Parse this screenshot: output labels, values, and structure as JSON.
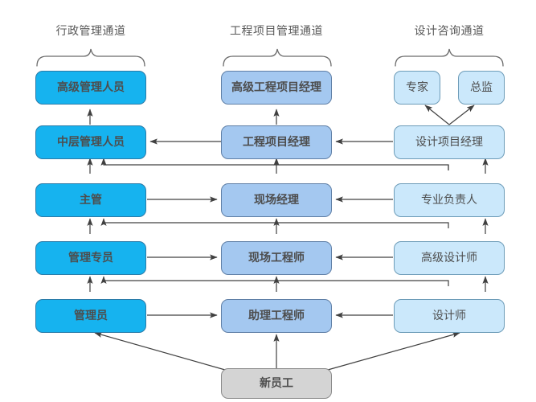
{
  "diagram": {
    "title_bar": null,
    "lanes": [
      {
        "id": "admin",
        "label": "行政管理通道",
        "color": "#16b3ef"
      },
      {
        "id": "eng",
        "label": "工程项目管理通道",
        "color": "#a4c8f0"
      },
      {
        "id": "design",
        "label": "设计咨询通道",
        "color": "#cbe8fb"
      }
    ],
    "nodes": {
      "admin": [
        {
          "label": "高级管理人员"
        },
        {
          "label": "中层管理人员"
        },
        {
          "label": "主管"
        },
        {
          "label": "管理专员"
        },
        {
          "label": "管理员"
        }
      ],
      "eng": [
        {
          "label": "高级工程项目经理"
        },
        {
          "label": "工程项目经理"
        },
        {
          "label": "现场经理"
        },
        {
          "label": "现场工程师"
        },
        {
          "label": "助理工程师"
        }
      ],
      "design_top": [
        {
          "label": "专家"
        },
        {
          "label": "总监"
        }
      ],
      "design": [
        {
          "label": "设计项目经理"
        },
        {
          "label": "专业负责人"
        },
        {
          "label": "高级设计师"
        },
        {
          "label": "设计师"
        }
      ]
    },
    "entry_node": {
      "label": "新员工",
      "color": "#d4d4d4"
    },
    "edge_color": "#404040"
  }
}
